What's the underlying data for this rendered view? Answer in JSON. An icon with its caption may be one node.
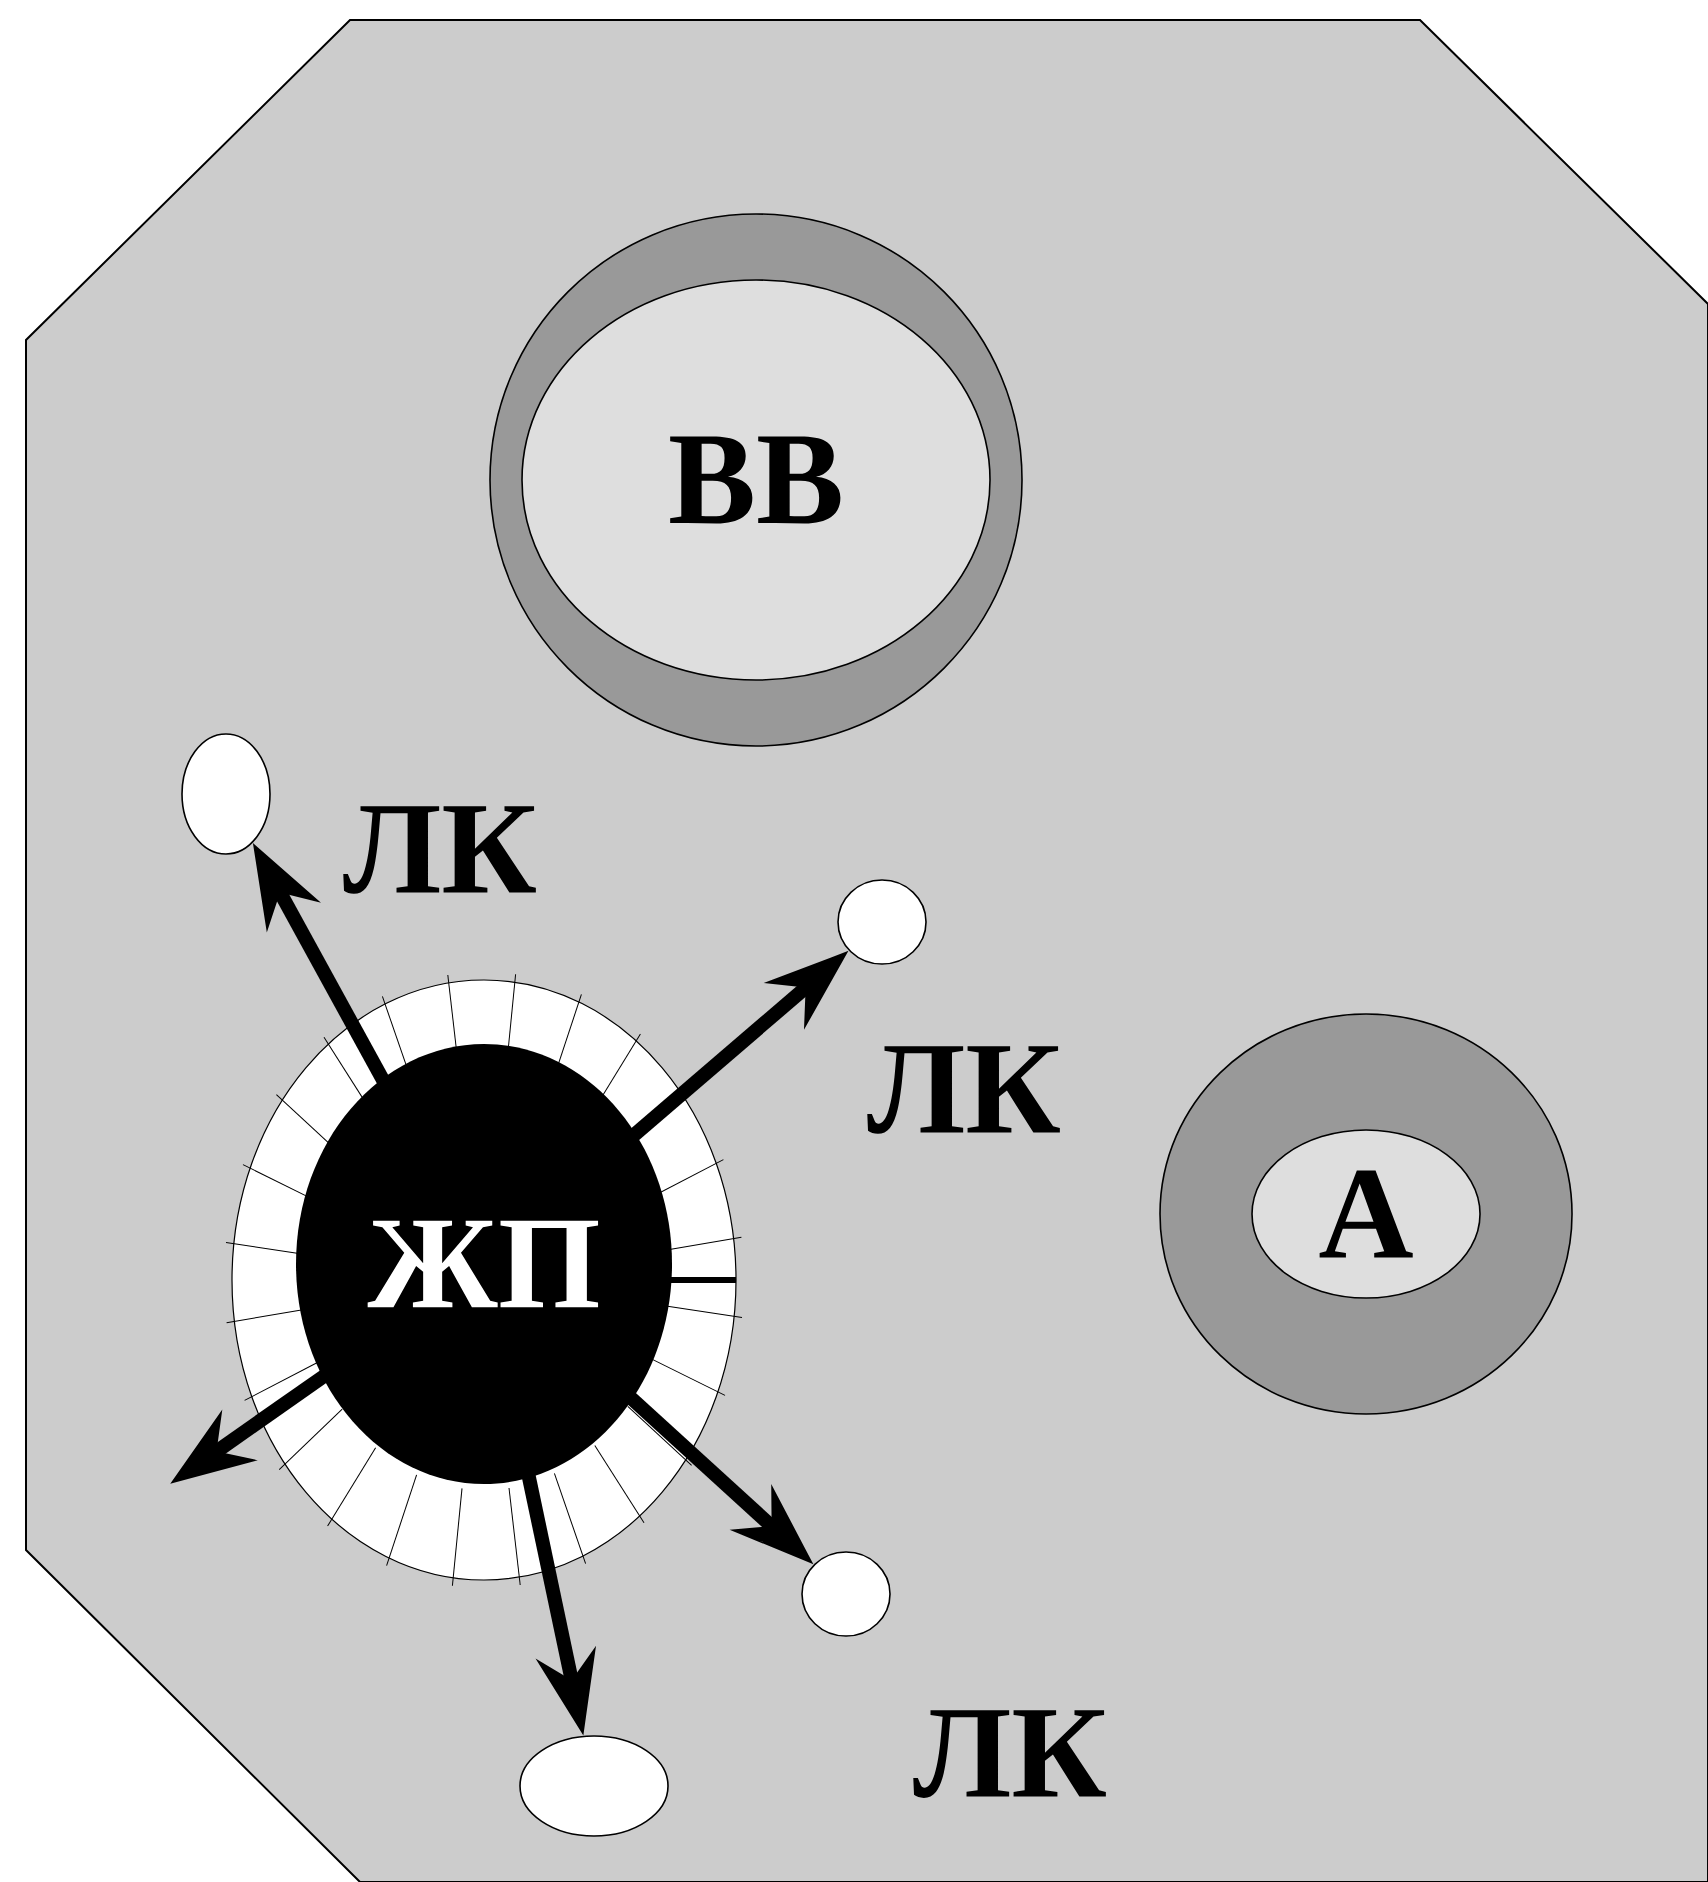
{
  "diagram": {
    "nodes": [
      {
        "text": [],
        "shape": "octagon"
      },
      {
        "text": [
          "ВВ"
        ],
        "in": 0
      },
      {
        "text": [
          "А"
        ],
        "in": 0
      },
      {
        "text": [
          "ЖП"
        ],
        "in": 0
      },
      {
        "text": [],
        "shape": "circle",
        "in": 0
      },
      {
        "text": [],
        "shape": "circle",
        "in": 0
      },
      {
        "text": [],
        "shape": "circle",
        "in": 0
      },
      {
        "text": [],
        "shape": "circle",
        "in": 0
      }
    ],
    "edges": [
      {
        "from": 3,
        "to": 4,
        "arrow": "to"
      },
      {
        "from": 3,
        "to": 5,
        "arrow": "to"
      },
      {
        "from": 3,
        "to": 6,
        "arrow": "to"
      },
      {
        "from": 3,
        "to": 7,
        "arrow": "to"
      },
      {
        "from": 3,
        "to": null,
        "arrow": "to"
      }
    ],
    "labels": [
      "ЛК",
      "ЛК",
      "ЛК"
    ]
  }
}
